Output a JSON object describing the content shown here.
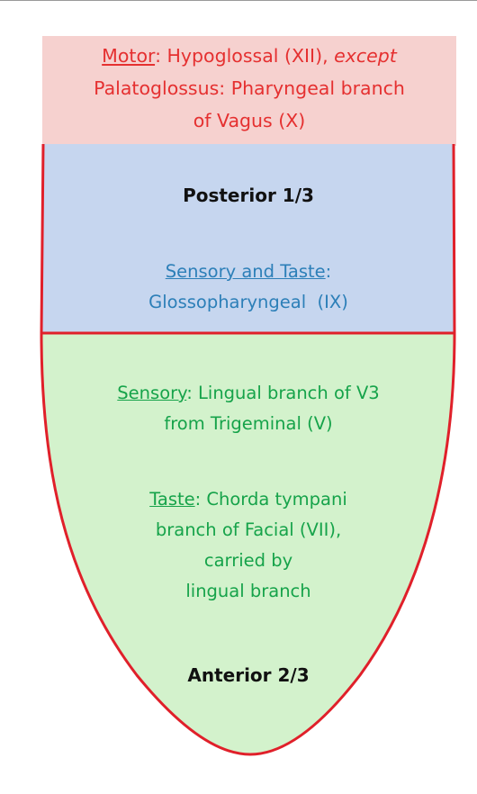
{
  "top_box": {
    "motor_term": "Motor",
    "motor_rest": ": Hypoglossal (XII), ",
    "except": "except",
    "line2": "Palatoglossus: Pharyngeal branch",
    "line3": "of Vagus (X)"
  },
  "posterior": {
    "title": "Posterior 1/3",
    "sense_term": "Sensory and Taste",
    "sense_colon": ":",
    "sense_nerve": "Glossopharyngeal  (IX)"
  },
  "anterior": {
    "sensory_term": "Sensory",
    "sensory_rest": ": Lingual branch of V3",
    "sensory_line2": "from Trigeminal (V)",
    "taste_term": "Taste",
    "taste_rest": ": Chorda tympani",
    "taste_line2": "branch of Facial (VII),",
    "taste_line3": "carried by",
    "taste_line4": "lingual branch",
    "title": "Anterior 2/3"
  },
  "colors": {
    "top_fill": "#f6d1cf",
    "posterior_fill": "#c6d6ef",
    "anterior_fill": "#d3f2cc",
    "outline": "#e0202a",
    "motor_text": "#e53030",
    "posterior_text": "#2c7fb8",
    "anterior_text": "#16a34a"
  }
}
